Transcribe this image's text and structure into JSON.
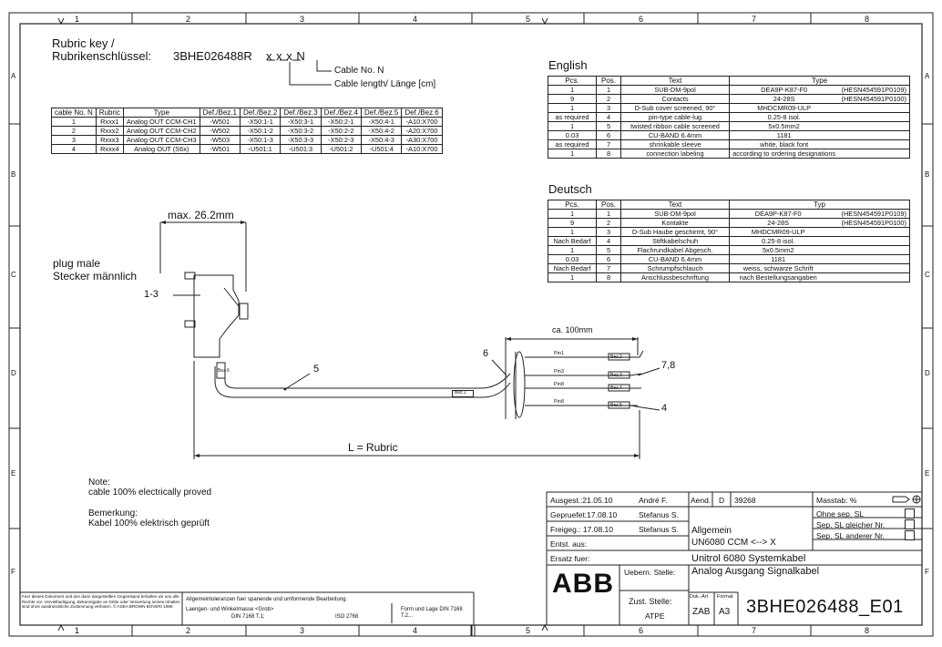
{
  "frame": {
    "top_cols": [
      "1",
      "2",
      "3",
      "4",
      "5",
      "6",
      "7",
      "8"
    ],
    "rows": [
      "A",
      "B",
      "C",
      "D",
      "E",
      "F"
    ]
  },
  "rubric": {
    "title1": "Rubric key /",
    "title2": "Rubrikenschlüssel:",
    "code": "3BHE026488R",
    "code_vars": "x x x N",
    "cable_no": "Cable No. N",
    "cable_length": "Cable length/ Länge [cm]"
  },
  "cable_table": {
    "headers": [
      "cable No. N",
      "Rubric",
      "Type",
      "Def./Bez.1",
      "Def./Bez.2",
      "Def./Bez.3",
      "Def./Bez.4",
      "Def./Bez.5",
      "Def./Bez.6"
    ],
    "rows": [
      [
        "1",
        "Rxxx1",
        "Analog OUT CCM-CH1",
        "-W501",
        "-X50:1-1",
        "-X50:3-1",
        "-X50:2-1",
        "-X50:4-1",
        "-A10:X700"
      ],
      [
        "2",
        "Rxxx2",
        "Analog OUT CCM-CH2",
        "-W502",
        "-X50:1-2",
        "-X50:3-2",
        "-X50:2-2",
        "-X50:4-2",
        "-A20:X700"
      ],
      [
        "3",
        "Rxxx3",
        "Analog OUT CCM-CH3",
        "-W503",
        "-X50:1-3",
        "-X50:3-3",
        "-X50:2-3",
        "-X50:4-3",
        "-A30:X700"
      ],
      [
        "4",
        "Rxxx4",
        "Analog OUT (S6x)",
        "-W501",
        "-U501:1",
        "-U501:3",
        "-U501:2",
        "-U501:4",
        "-A10:X700"
      ]
    ]
  },
  "english": {
    "title": "English",
    "headers": [
      "Pcs.",
      "Pos.",
      "Text",
      "Type"
    ],
    "rows": [
      [
        "1",
        "1",
        "SUB-DM-9pol",
        "DEA9P-K87-F0",
        "(HESN454591P0109)"
      ],
      [
        "9",
        "2",
        "Contacts",
        "24-28S",
        "(HESN454591P0100)"
      ],
      [
        "1",
        "3",
        "D-Sub cover screened, 90°",
        "MHDCMR09-ULP",
        ""
      ],
      [
        "as required",
        "4",
        "pin-type cable-lug",
        "0.25-8 isol.",
        ""
      ],
      [
        "1",
        "5",
        "twisted ribbon cable screened",
        "5x0.5mm2",
        ""
      ],
      [
        "0.03",
        "6",
        "CU-BAND 6.4mm",
        "1181",
        ""
      ],
      [
        "as required",
        "7",
        "shrinkable sleeve",
        "white, black font",
        ""
      ],
      [
        "1",
        "8",
        "connection labeling",
        "according to ordering designations",
        ""
      ]
    ]
  },
  "deutsch": {
    "title": "Deutsch",
    "headers": [
      "Pcs.",
      "Pos.",
      "Text",
      "Typ"
    ],
    "rows": [
      [
        "1",
        "1",
        "SUB-DM-9pol",
        "DEA9P-K87-F0",
        "(HESN454591P0109)"
      ],
      [
        "9",
        "2",
        "Kontakte",
        "24-28S",
        "(HESN454591P0100)"
      ],
      [
        "1",
        "3",
        "D-Sub Haube geschirmt, 90°",
        "MHDCMR09-ULP",
        ""
      ],
      [
        "Nach Bedarf",
        "4",
        "Stiftkabelschuh",
        "0.25-8 isol.",
        ""
      ],
      [
        "1",
        "5",
        "Flachrundkabel Abgesch.",
        "5x0.5mm2",
        ""
      ],
      [
        "0.03",
        "6",
        "CU-BAND 6.4mm",
        "1181",
        ""
      ],
      [
        "Nach Bedarf",
        "7",
        "Schrumpfschlauch",
        "weiss, schwarze Schrift",
        ""
      ],
      [
        "1",
        "8",
        "Anschlussbeschriftung",
        "nach Bestellungsangaben",
        ""
      ]
    ]
  },
  "drawing": {
    "max": "max. 26.2mm",
    "plug1": "plug male",
    "plug2": "Stecker männlich",
    "pos13": "1-3",
    "pos5": "5",
    "pos6": "6",
    "pos78": "7,8",
    "pos4": "4",
    "ca": "ca. 100mm",
    "length": "L = Rubric",
    "pins": [
      "Pin1",
      "Pin3",
      "Pin8",
      "Pin8"
    ],
    "bez": [
      "Bez.2",
      "Bez.3",
      "Bez.4",
      "Bez.5",
      "Bez.6"
    ],
    "bez1": "Bez.1"
  },
  "notes": {
    "note_h": "Note:",
    "note_t": "cable 100% electrically proved",
    "bem_h": "Bemerkung:",
    "bem_t": "Kabel 100% elektrisch geprüft"
  },
  "titleblock": {
    "ausgest_l": "Ausgest.:21.05.10",
    "ausgest_n": "André F.",
    "aend_l": "Aend.",
    "aend_d": "D",
    "aend_no": "39268",
    "massstab": "Masstab: %",
    "geprueft_l": "Gepruefet:17.08.10",
    "geprueft_n": "Stefanus S.",
    "freig_l": "Freigeg.: 17.08.10",
    "freig_n": "Stefanus S.",
    "entst": "Entst. aus:",
    "ersatz": "Ersatz fuer:",
    "allg1": "Allgemein",
    "allg2": "UN6080 CCM <--> X",
    "ohne": "Ohne sep. SL",
    "gleich": "Sep. SL gleicher Nr.",
    "anderer": "Sep. SL anderer Nr.",
    "title1": "Unitrol 6080 Systemkabel",
    "title2": "Analog Ausgang Signalkabel",
    "uebern": "Uebern. Stelle:",
    "zust": "Zust. Stelle:",
    "atpe": "ATPE",
    "dokart": "Dok.-Art",
    "format": "Format",
    "zab": "ZAB",
    "a3": "A3",
    "docno": "3BHE026488_E01",
    "logo": "ABB"
  },
  "legal": {
    "copy": "Fuer dieses Dokument und den darin dargestellten Gegenstand behalten wir uns alle Rechte vor. Vervielfaeltigung, Bekanntgabe an Dritte oder Verwertung seines Inhaltes sind ohne ausdrueckliche Zustimmung verboten. © ASEA BROWN BOVERI 1996",
    "tol": "Allgemeintoleranzen fuer spanende und umformende Bearbeitung.",
    "tol2a": "Laengen- und Winkelmasse <Grob>",
    "tol2b": "DIN 7168 T.1;",
    "tol2c": "ISO 2768",
    "tol3": "Form und Lage DIN 7168 T.2..."
  }
}
